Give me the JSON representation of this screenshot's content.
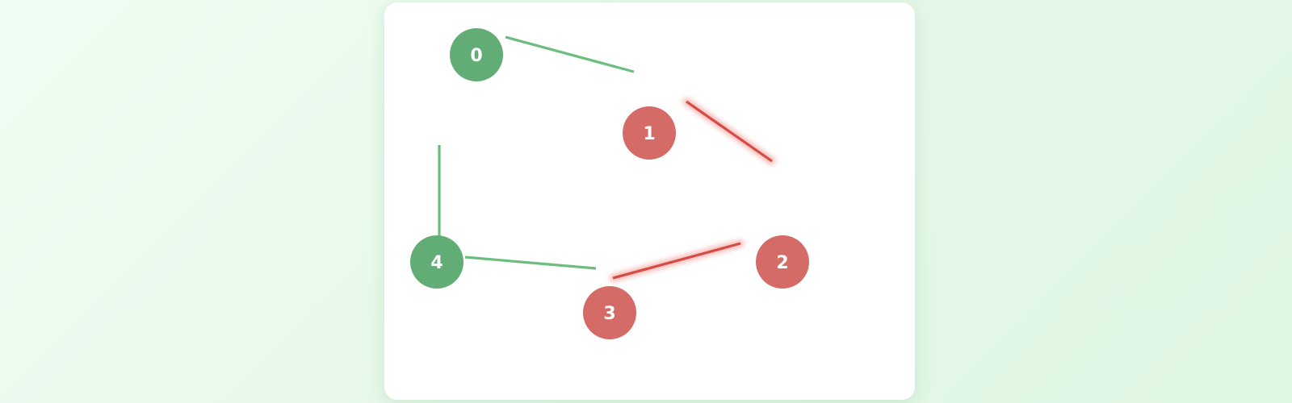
{
  "colors": {
    "green_node": "#62ad76",
    "green_edge": "#6dbd80",
    "red_node": "#d46b66",
    "red_edge": "#d64c45",
    "edge_glow": "#f2a19c"
  },
  "graph": {
    "nodes": [
      {
        "id": "0",
        "label": "0",
        "state": "green"
      },
      {
        "id": "1",
        "label": "1",
        "state": "red"
      },
      {
        "id": "2",
        "label": "2",
        "state": "red"
      },
      {
        "id": "3",
        "label": "3",
        "state": "red"
      },
      {
        "id": "4",
        "label": "4",
        "state": "green"
      }
    ],
    "edges": [
      {
        "from": "0",
        "to": "1",
        "state": "green"
      },
      {
        "from": "1",
        "to": "2",
        "state": "red"
      },
      {
        "from": "2",
        "to": "3",
        "state": "red"
      },
      {
        "from": "3",
        "to": "4",
        "state": "green"
      },
      {
        "from": "4",
        "to": "0",
        "state": "green"
      }
    ]
  }
}
